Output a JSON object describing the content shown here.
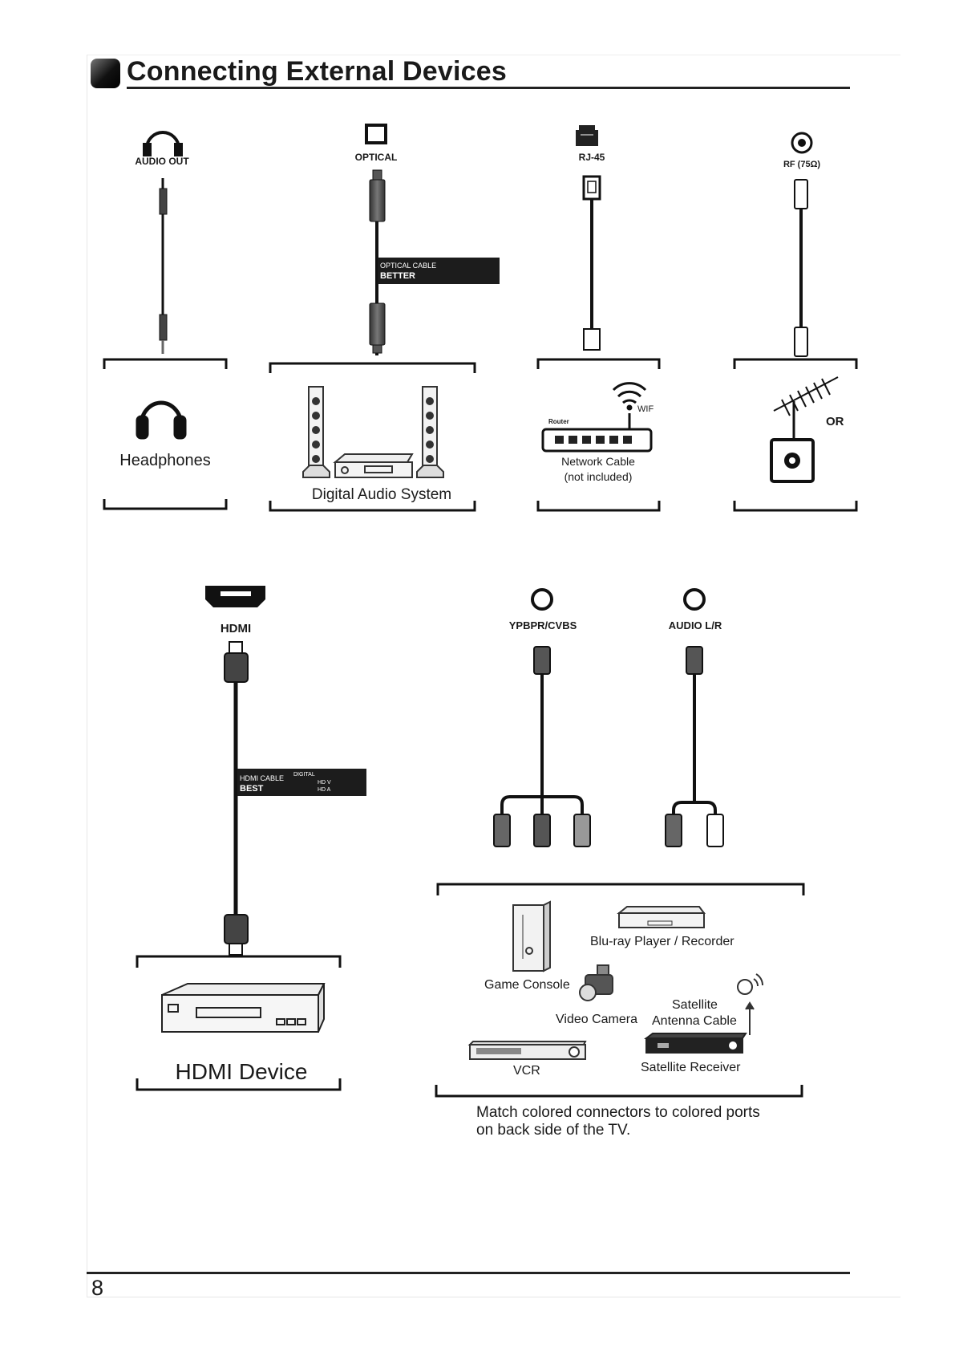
{
  "header": {
    "title": "Connecting External Devices"
  },
  "top_connections": [
    {
      "port": "AUDIO OUT",
      "device": "Headphones"
    },
    {
      "port": "OPTICAL",
      "device": "Digital Audio System",
      "cable_tag": {
        "line1": "OPTICAL CABLE",
        "line2": "BETTER"
      }
    },
    {
      "port": "RJ-45",
      "device_lines": [
        "Network Cable",
        "(not included)"
      ],
      "router_label": "Router",
      "wifi_label": "WIF"
    },
    {
      "port": "RF (75Ω)",
      "or_label": "OR"
    }
  ],
  "hdmi_section": {
    "port": "HDMI",
    "cable_tag": {
      "line1": "HDMI CABLE",
      "line2": "BEST",
      "spec1": "DIGITAL",
      "spec2": "HD V",
      "spec3": "HD A"
    },
    "device": "HDMI Device"
  },
  "av_section": {
    "ports": [
      "YPBPR/CVBS",
      "AUDIO L/R"
    ],
    "examples": [
      "Blu-ray Player / Recorder",
      "Game Console",
      "Video Camera",
      "Satellite",
      "Antenna Cable",
      "VCR",
      "Satellite Receiver"
    ],
    "note_lines": [
      "Match colored connectors to colored ports",
      "on back side of the TV."
    ]
  },
  "footer": {
    "page_number": "8"
  }
}
